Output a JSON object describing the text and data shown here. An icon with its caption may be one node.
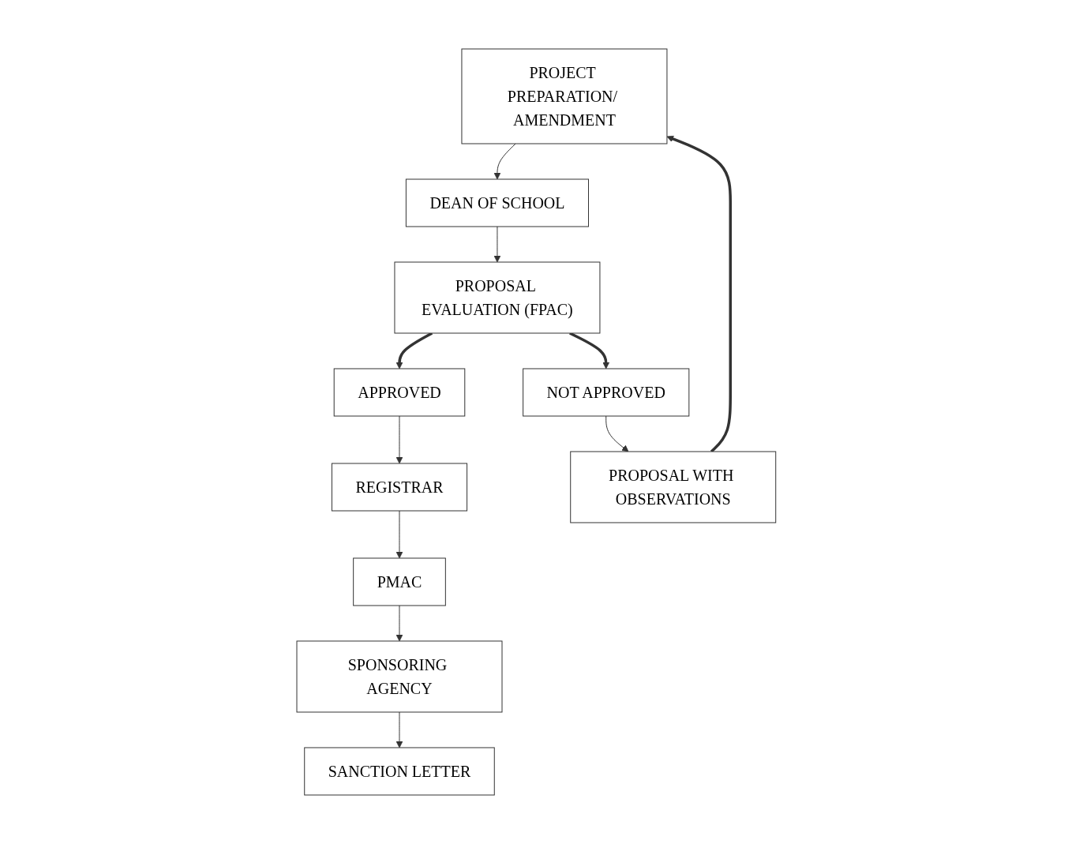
{
  "diagram": {
    "nodes": [
      {
        "text": [
          "PROJECT PREPARATION/ AMENDMENT"
        ]
      },
      {
        "text": [
          "DEAN OF SCHOOL"
        ]
      },
      {
        "text": [
          "PROPOSAL EVALUATION (FPAC)"
        ]
      },
      {
        "text": [
          "APPROVED"
        ]
      },
      {
        "text": [
          "NOT APPROVED"
        ]
      },
      {
        "text": [
          "REGISTRAR"
        ]
      },
      {
        "text": [
          "PROPOSAL WITH OBSERVATIONS"
        ]
      },
      {
        "text": [
          "PMAC"
        ]
      },
      {
        "text": [
          "SPONSORING AGENCY"
        ]
      },
      {
        "text": [
          "SANCTION LETTER"
        ]
      }
    ],
    "edges": [
      {
        "from": 0,
        "to": 1,
        "arrow": "to"
      },
      {
        "from": 1,
        "to": 2,
        "arrow": "to"
      },
      {
        "from": 2,
        "to": 3,
        "arrow": "to",
        "style": "thick"
      },
      {
        "from": 2,
        "to": 4,
        "arrow": "to",
        "style": "thick"
      },
      {
        "from": 3,
        "to": 5,
        "arrow": "to"
      },
      {
        "from": 5,
        "to": 7,
        "arrow": "to"
      },
      {
        "from": 7,
        "to": 8,
        "arrow": "to"
      },
      {
        "from": 8,
        "to": 9,
        "arrow": "to"
      },
      {
        "from": 4,
        "to": 6,
        "arrow": "to"
      },
      {
        "from": 6,
        "to": 0,
        "arrow": "to",
        "style": "thick"
      }
    ]
  }
}
